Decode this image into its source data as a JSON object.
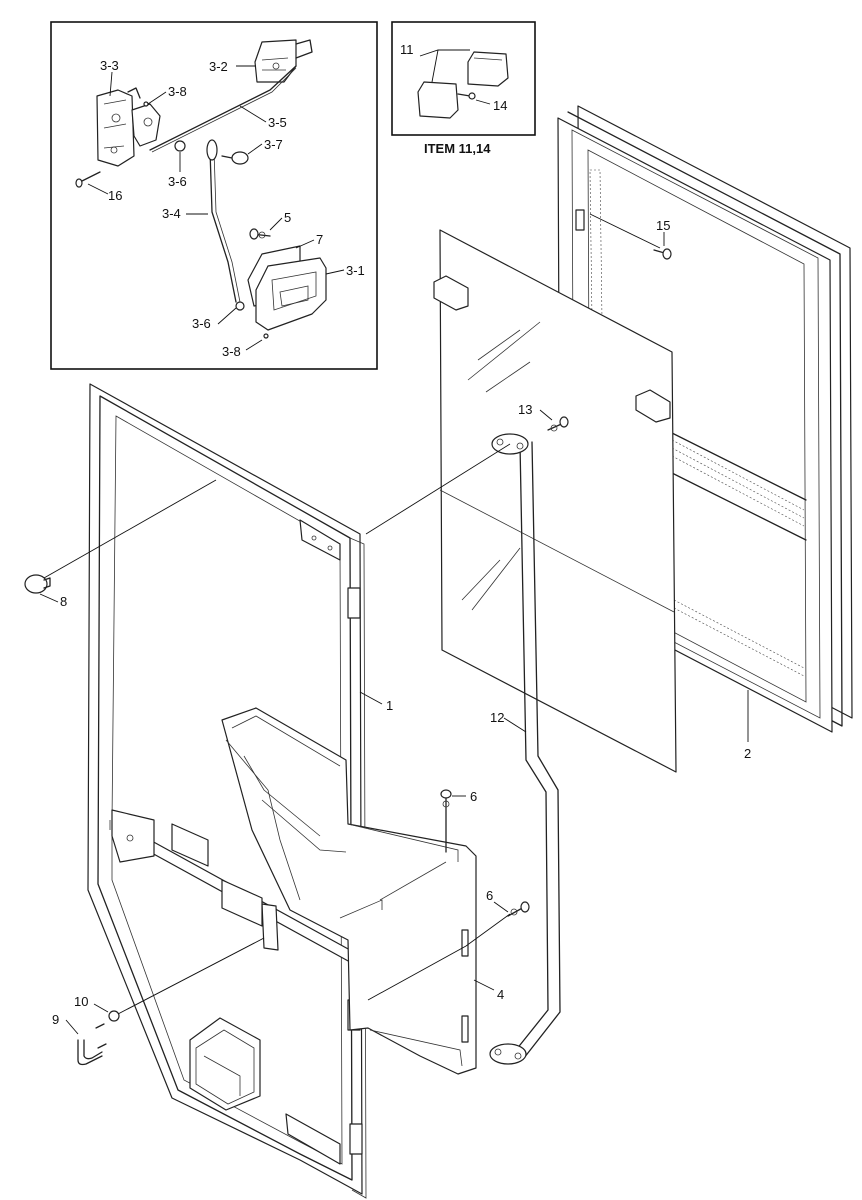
{
  "diagram": {
    "inset_caption": "ITEM 11,14",
    "labels": {
      "l1": "1",
      "l2": "2",
      "l3_1": "3-1",
      "l3_2": "3-2",
      "l3_3": "3-3",
      "l3_4": "3-4",
      "l3_5": "3-5",
      "l3_6a": "3-6",
      "l3_6b": "3-6",
      "l3_7": "3-7",
      "l3_8a": "3-8",
      "l3_8b": "3-8",
      "l4": "4",
      "l5": "5",
      "l6a": "6",
      "l6b": "6",
      "l7": "7",
      "l8": "8",
      "l9": "9",
      "l10": "10",
      "l11": "11",
      "l12": "12",
      "l13": "13",
      "l14": "14",
      "l15": "15",
      "l16": "16"
    }
  }
}
